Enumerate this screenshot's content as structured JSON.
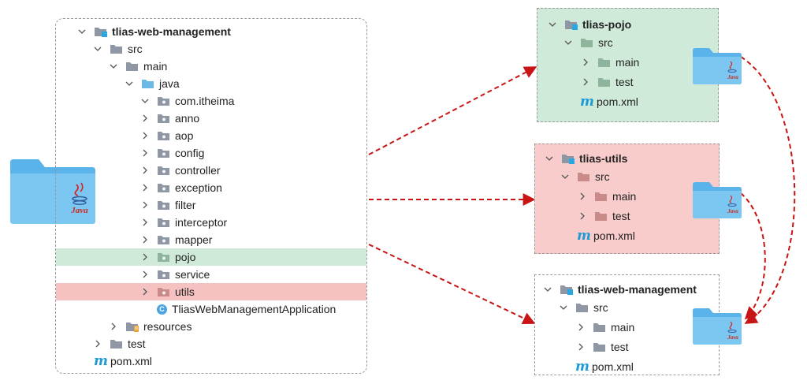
{
  "main_tree": {
    "root": "tlias-web-management",
    "src": "src",
    "main": "main",
    "java": "java",
    "package": "com.itheima",
    "packages": [
      "anno",
      "aop",
      "config",
      "controller",
      "exception",
      "filter",
      "interceptor",
      "mapper",
      "pojo",
      "service",
      "utils"
    ],
    "app_class": "TliasWebManagementApplication",
    "resources": "resources",
    "test": "test",
    "pom": "pom.xml"
  },
  "modules": [
    {
      "root": "tlias-pojo",
      "src": "src",
      "main": "main",
      "test": "test",
      "pom": "pom.xml",
      "color": "#cfead8"
    },
    {
      "root": "tlias-utils",
      "src": "src",
      "main": "main",
      "test": "test",
      "pom": "pom.xml",
      "color": "#f9cccc"
    },
    {
      "root": "tlias-web-management",
      "src": "src",
      "main": "main",
      "test": "test",
      "pom": "pom.xml",
      "color": "#ffffff"
    }
  ],
  "java_folder_label": "Java",
  "colors": {
    "arrow": "#c81414",
    "pojo_highlight": "#cfead8",
    "utils_highlight": "#f6c1c1",
    "folder_blue": "#5ab4ea",
    "java_red": "#d0281e"
  }
}
